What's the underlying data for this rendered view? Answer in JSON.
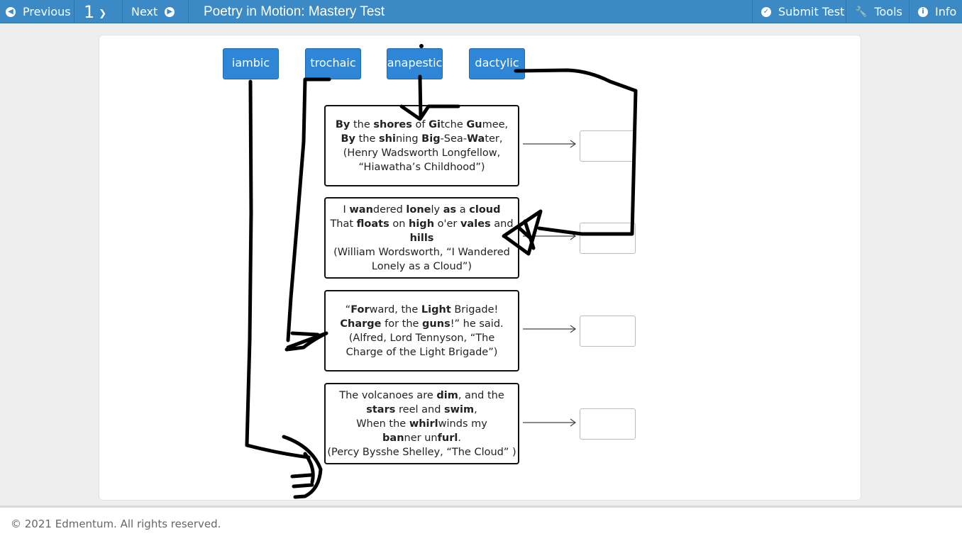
{
  "header": {
    "previous_label": "Previous",
    "question_number": "1",
    "next_label": "Next",
    "title": "Poetry in Motion: Mastery Test",
    "submit_label": "Submit Test",
    "tools_label": "Tools",
    "info_label": "Info",
    "accent_color": "#3b8ac6"
  },
  "tiles": [
    "iambic",
    "trochaic",
    "anapestic",
    "dactylic"
  ],
  "tile_color": "#2f86d6",
  "verses": [
    {
      "lines": [
        [
          [
            "By",
            true
          ],
          [
            " the ",
            false
          ],
          [
            "shores",
            true
          ],
          [
            " of ",
            false
          ],
          [
            "Gi",
            true
          ],
          [
            "tche ",
            false
          ],
          [
            "Gu",
            true
          ],
          [
            "mee,",
            false
          ]
        ],
        [
          [
            "By",
            true
          ],
          [
            " the ",
            false
          ],
          [
            "shi",
            true
          ],
          [
            "ning ",
            false
          ],
          [
            "Big",
            true
          ],
          [
            "-Sea-",
            false
          ],
          [
            "Wa",
            true
          ],
          [
            "ter,",
            false
          ]
        ],
        [
          [
            "(Henry Wadsworth Longfellow,",
            false
          ]
        ],
        [
          [
            "“Hiawatha’s Childhood”)",
            false
          ]
        ]
      ]
    },
    {
      "lines": [
        [
          [
            "I ",
            false
          ],
          [
            "wan",
            true
          ],
          [
            "dered ",
            false
          ],
          [
            "lone",
            true
          ],
          [
            "ly ",
            false
          ],
          [
            "as",
            true
          ],
          [
            " a ",
            false
          ],
          [
            "cloud",
            true
          ]
        ],
        [
          [
            "That ",
            false
          ],
          [
            "floats",
            true
          ],
          [
            " on ",
            false
          ],
          [
            "high",
            true
          ],
          [
            " o'er ",
            false
          ],
          [
            "vales",
            true
          ],
          [
            " and ",
            false
          ],
          [
            "hills",
            true
          ]
        ],
        [
          [
            "(William Wordsworth, “I Wandered",
            false
          ]
        ],
        [
          [
            "Lonely as a Cloud”)",
            false
          ]
        ]
      ]
    },
    {
      "lines": [
        [
          [
            "“",
            false
          ],
          [
            "For",
            true
          ],
          [
            "ward, the ",
            false
          ],
          [
            "Light",
            true
          ],
          [
            " Brigade!",
            false
          ]
        ],
        [
          [
            "Charge",
            true
          ],
          [
            " for the ",
            false
          ],
          [
            "guns",
            true
          ],
          [
            "!” he said.",
            false
          ]
        ],
        [
          [
            "(Alfred, Lord Tennyson, “The",
            false
          ]
        ],
        [
          [
            "Charge of the Light Brigade”)",
            false
          ]
        ]
      ]
    },
    {
      "lines": [
        [
          [
            "The volcanoes are ",
            false
          ],
          [
            "dim",
            true
          ],
          [
            ", and the",
            false
          ]
        ],
        [
          [
            "stars",
            true
          ],
          [
            " reel and ",
            false
          ],
          [
            "swim",
            true
          ],
          [
            ",",
            false
          ]
        ],
        [
          [
            "When the ",
            false
          ],
          [
            "whirl",
            true
          ],
          [
            "winds my",
            false
          ]
        ],
        [
          [
            "ban",
            true
          ],
          [
            "ner un",
            false
          ],
          [
            "furl",
            true
          ],
          [
            ".",
            false
          ]
        ],
        [
          [
            "(Percy Bysshe Shelley, “The Cloud” )",
            false
          ]
        ]
      ]
    }
  ],
  "drop_targets": [
    "",
    "",
    "",
    ""
  ],
  "footer": {
    "copyright": "© 2021 Edmentum. All rights reserved."
  }
}
